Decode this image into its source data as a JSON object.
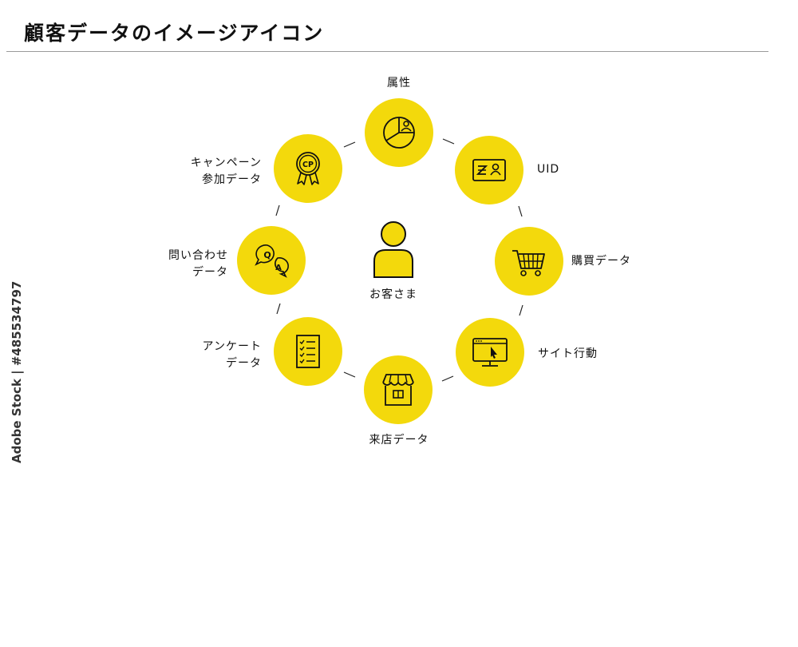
{
  "title": "顧客データのイメージアイコン",
  "watermark": "Adobe Stock | #485534797",
  "center": {
    "label": "お客さま"
  },
  "nodes": {
    "zokusei": {
      "label": "属性",
      "icon": "pie-chart-person-icon"
    },
    "uid": {
      "label": "UID",
      "icon": "id-card-icon"
    },
    "purchase": {
      "label": "購買データ",
      "icon": "shopping-cart-icon"
    },
    "site": {
      "label": "サイト行動",
      "icon": "monitor-cursor-icon"
    },
    "store": {
      "label": "来店データ",
      "icon": "storefront-icon"
    },
    "survey": {
      "label_line1": "アンケート",
      "label_line2": "データ",
      "icon": "checklist-icon"
    },
    "inquiry": {
      "label_line1": "問い合わせ",
      "label_line2": "データ",
      "icon": "qa-bubbles-icon"
    },
    "campaign": {
      "label_line1": "キャンペーン",
      "label_line2": "参加データ",
      "icon": "cp-badge-icon",
      "badge_text": "CP"
    }
  },
  "colors": {
    "accent": "#f3d90c",
    "line": "#222222"
  }
}
